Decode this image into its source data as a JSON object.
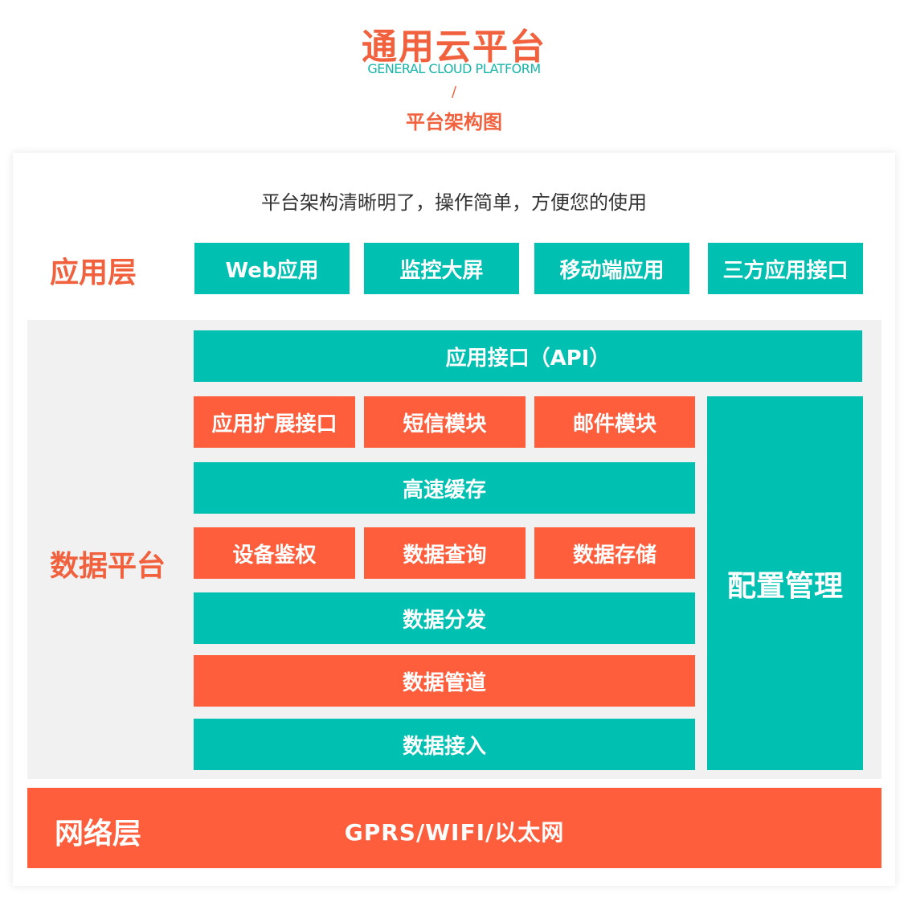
{
  "header": {
    "title": "通用云平台",
    "subtitle": "GENERAL CLOUD PLATFORM",
    "separator": "/",
    "caption": "平台架构图"
  },
  "tagline": "平台架构清晰明了，操作简单，方便您的使用",
  "application_layer": {
    "label": "应用层",
    "items": [
      "Web应用",
      "监控大屏",
      "移动端应用",
      "三方应用接口"
    ]
  },
  "data_platform": {
    "label": "数据平台",
    "api": "应用接口（API）",
    "row1": [
      "应用扩展接口",
      "短信模块",
      "邮件模块"
    ],
    "cache": "高速缓存",
    "row2": [
      "设备鉴权",
      "数据查询",
      "数据存储"
    ],
    "distribution": "数据分发",
    "pipeline": "数据管道",
    "ingestion": "数据接入",
    "config": "配置管理"
  },
  "network_layer": {
    "label": "网络层",
    "protocols": "GPRS/WIFI/以太网"
  },
  "colors": {
    "accent_orange": "#fe5e3c",
    "accent_teal": "#00c0b2",
    "panel_gray": "#f1f1f1"
  }
}
